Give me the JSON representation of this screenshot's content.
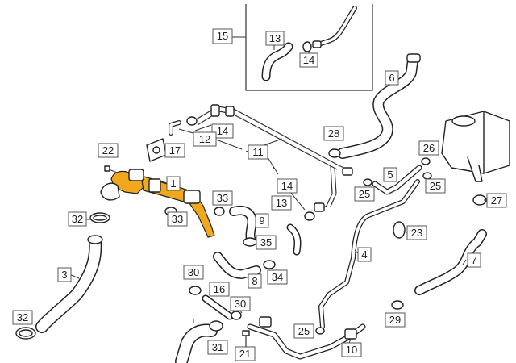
{
  "colors": {
    "highlight": "#f2a81d",
    "line": "#222222",
    "background": "#ffffff"
  },
  "callouts": {
    "c1": "1",
    "c3": "3",
    "c4": "4",
    "c5": "5",
    "c6": "6",
    "c7": "7",
    "c8": "8",
    "c9": "9",
    "c10": "10",
    "c11": "11",
    "c12": "12",
    "c13a": "13",
    "c13b": "13",
    "c14a": "14",
    "c14b": "14",
    "c14c": "14",
    "c15": "15",
    "c16": "16",
    "c17": "17",
    "c21": "21",
    "c22": "22",
    "c23": "23",
    "c25a": "25",
    "c25b": "25",
    "c25c": "25",
    "c26": "26",
    "c27": "27",
    "c28": "28",
    "c29": "29",
    "c30a": "30",
    "c30b": "30",
    "c31": "31",
    "c32a": "32",
    "c32b": "32",
    "c33a": "33",
    "c33b": "33",
    "c34": "34",
    "c35": "35"
  }
}
